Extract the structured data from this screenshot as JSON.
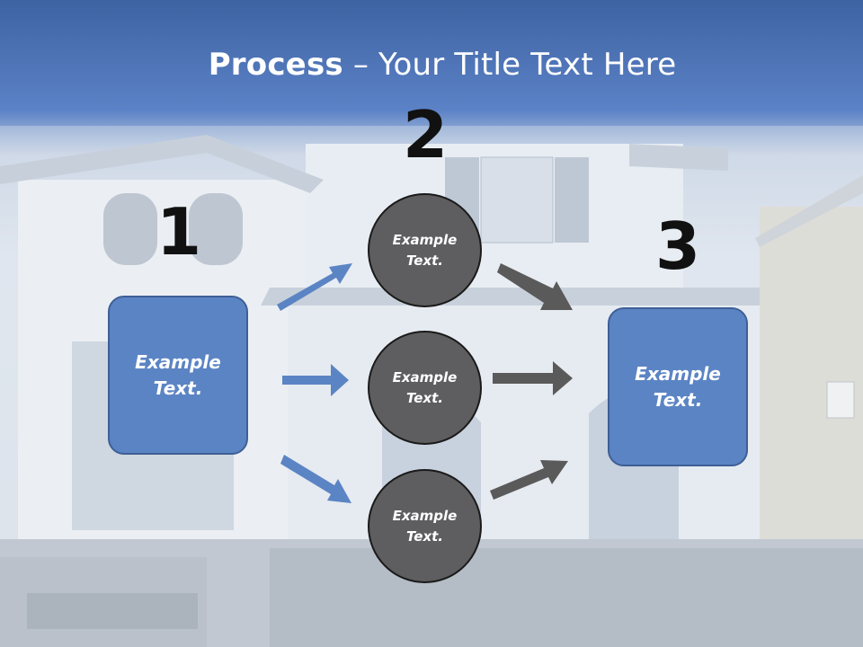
{
  "title": {
    "bold": "Process",
    "rest": " – Your Title Text Here"
  },
  "steps": {
    "one": "1",
    "two": "2",
    "three": "3"
  },
  "left_box": {
    "text": "Example Text."
  },
  "right_box": {
    "text": "Example Text."
  },
  "circles": [
    {
      "text": "Example Text."
    },
    {
      "text": "Example Text."
    },
    {
      "text": "Example Text."
    }
  ],
  "colors": {
    "box_fill": "#5b84c4",
    "circle_fill": "#5e5e60",
    "blue_arrow": "#5b84c4",
    "gray_arrow": "#5a5a5a",
    "header_blue": "#4a74b6"
  }
}
